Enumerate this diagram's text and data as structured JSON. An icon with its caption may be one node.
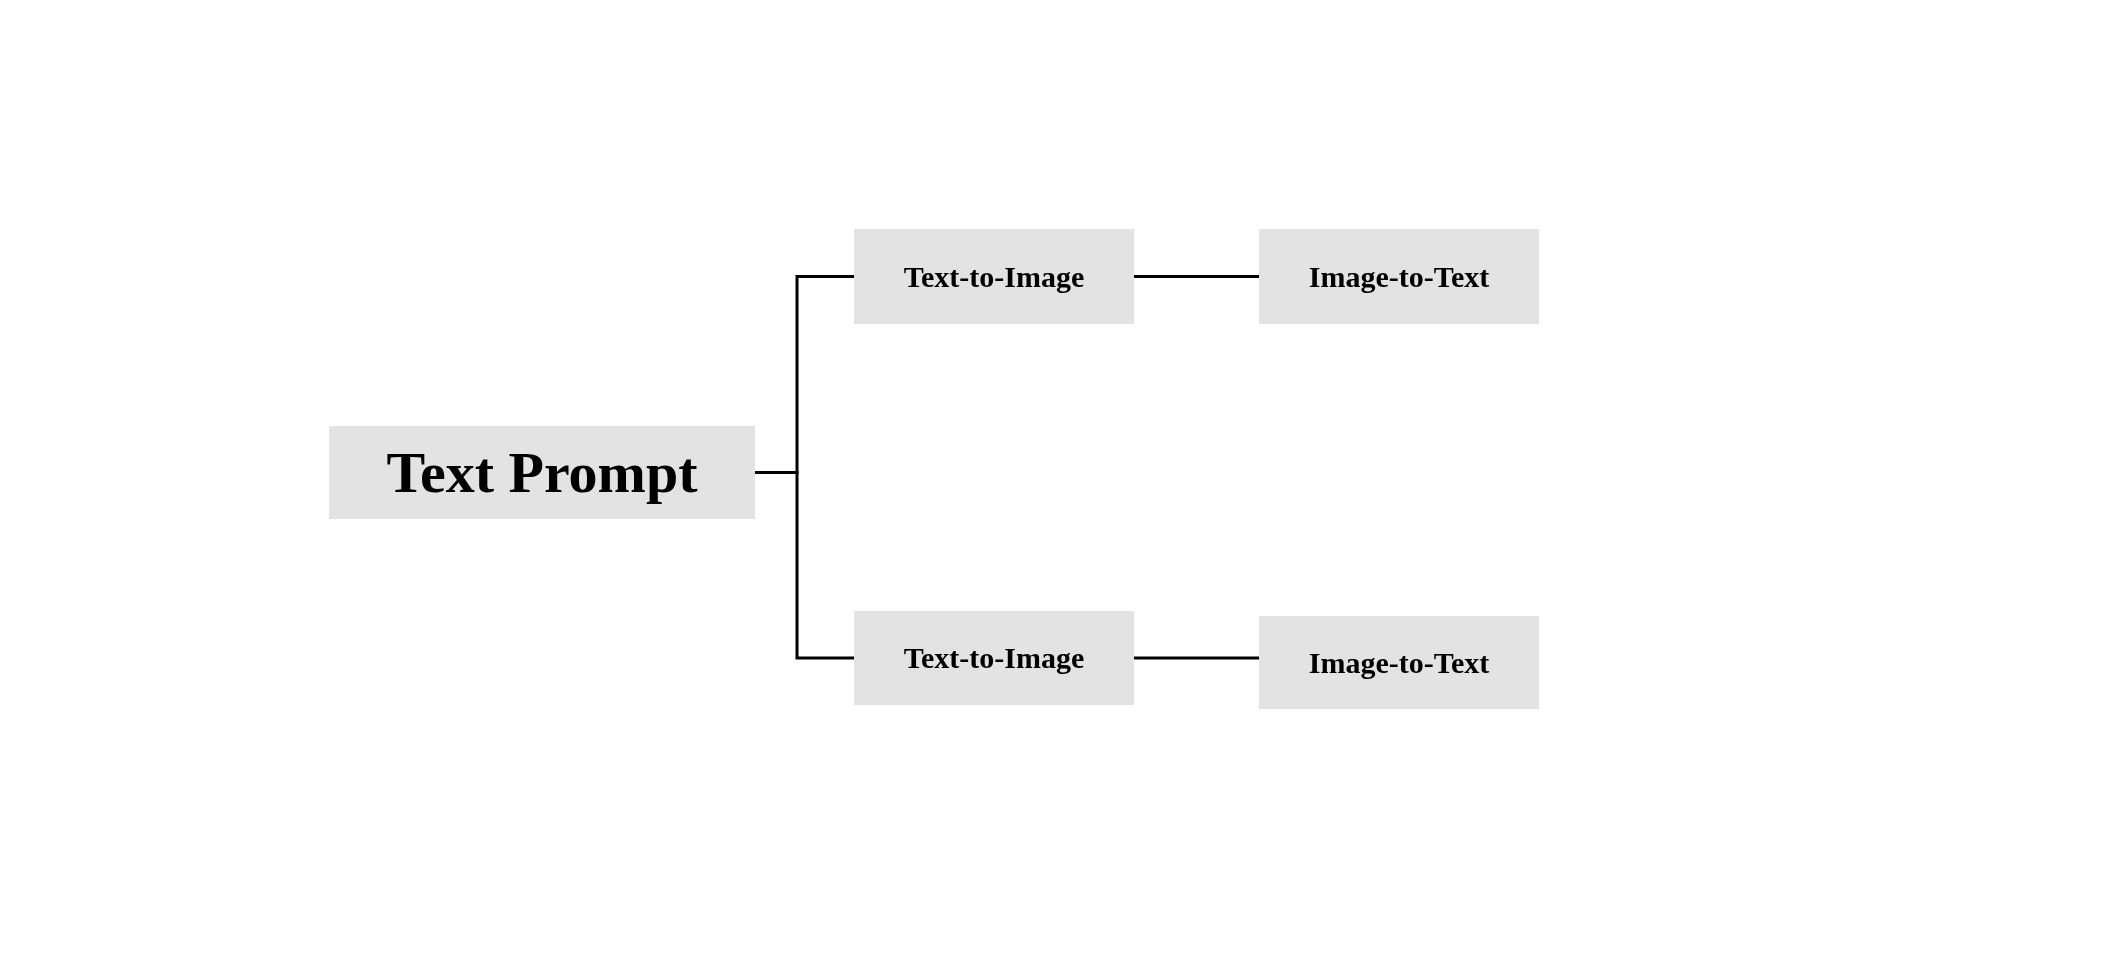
{
  "diagram": {
    "nodes": [
      {
        "text": [
          "Text Prompt"
        ]
      },
      {
        "text": [
          "Text-to-Image"
        ]
      },
      {
        "text": [
          "Image-to-Text"
        ]
      },
      {
        "text": [
          "Text-to-Image"
        ]
      },
      {
        "text": [
          "Image-to-Text"
        ]
      }
    ],
    "edges": [
      {
        "from": 0,
        "to": 1,
        "arrow": "none"
      },
      {
        "from": 1,
        "to": 2,
        "arrow": "none"
      },
      {
        "from": 0,
        "to": 3,
        "arrow": "none"
      },
      {
        "from": 3,
        "to": 4,
        "arrow": "none"
      }
    ]
  }
}
